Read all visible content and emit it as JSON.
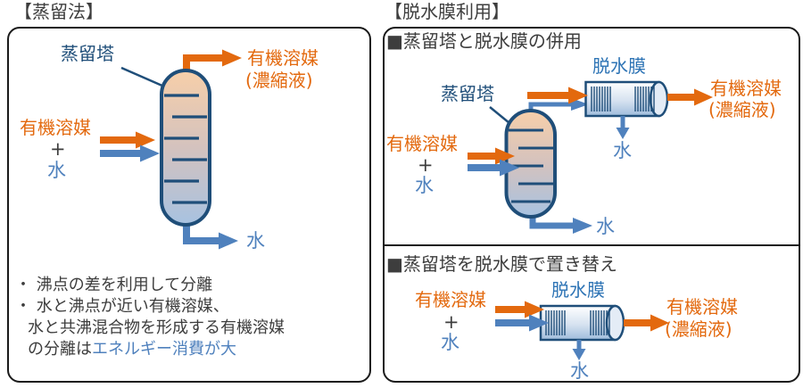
{
  "colors": {
    "orange": "#E3690E",
    "blue": "#4F81BD",
    "navy": "#1F4E79",
    "label-blue": "#2E74B5",
    "text": "#3D3D3D",
    "border": "#1A1A1A",
    "column-top": "#F7CFA9",
    "column-bottom": "#A7C2E1",
    "membrane-top": "#FFFFFF",
    "membrane-bottom": "#9FBCDC"
  },
  "left_panel": {
    "title": "【蒸留法】",
    "column_label": "蒸留塔",
    "feed": {
      "solvent": "有機溶媒",
      "plus": "+",
      "water": "水"
    },
    "top_output": {
      "line1": "有機溶媒",
      "line2": "(濃縮液)"
    },
    "bottom_output": "水",
    "bullets": {
      "line1": "・ 沸点の差を利用して分離",
      "line2": "・ 水と沸点が近い有機溶媒、",
      "line3": "水と共沸混合物を形成する有機溶媒",
      "line4_prefix": "の分離は",
      "line4_highlight": "エネルギー消費が大"
    }
  },
  "right_panel": {
    "title": "【脱水膜利用】",
    "combined": {
      "heading": "■蒸留塔と脱水膜の併用",
      "column_label": "蒸留塔",
      "membrane_label": "脱水膜",
      "feed": {
        "solvent": "有機溶媒",
        "plus": "+",
        "water": "水"
      },
      "top_output": {
        "line1": "有機溶媒",
        "line2": "(濃縮液)"
      },
      "membrane_water": "水",
      "column_water": "水"
    },
    "replace": {
      "heading": "■蒸留塔を脱水膜で置き替え",
      "membrane_label": "脱水膜",
      "feed": {
        "solvent": "有機溶媒",
        "plus": "+",
        "water": "水"
      },
      "output": {
        "line1": "有機溶媒",
        "line2": "(濃縮液)"
      },
      "membrane_water": "水"
    }
  }
}
